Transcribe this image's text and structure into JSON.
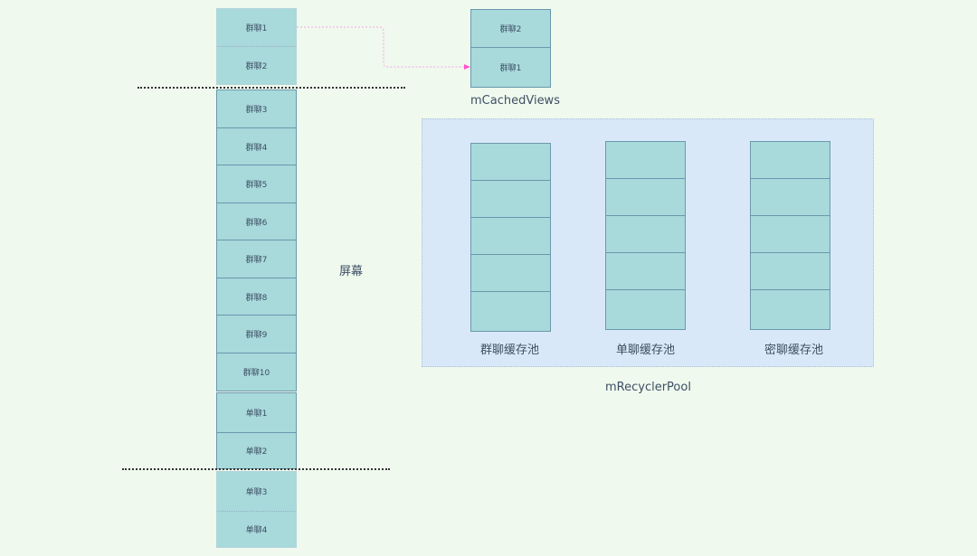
{
  "diagram": {
    "screen_list": {
      "above_screen": [
        "群聊1",
        "群聊2"
      ],
      "on_screen": [
        "群聊3",
        "群聊4",
        "群聊5",
        "群聊6",
        "群聊7",
        "群聊8",
        "群聊9",
        "群聊10",
        "单聊1",
        "单聊2"
      ],
      "below_screen": [
        "单聊3",
        "单聊4"
      ]
    },
    "screen_label": "屏幕",
    "cached_views": {
      "items": [
        "群聊2",
        "群聊1"
      ],
      "label": "mCachedViews"
    },
    "recycler_pool": {
      "label": "mRecyclerPool",
      "pools": [
        {
          "label": "群聊缓存池",
          "slots": 5
        },
        {
          "label": "单聊缓存池",
          "slots": 5
        },
        {
          "label": "密聊缓存池",
          "slots": 5
        }
      ]
    },
    "colors": {
      "background": "#eff9ee",
      "cell_fill": "#a8d9db",
      "cell_border": "#6b98ad",
      "pool_fill": "#d9e8f8",
      "arrow": "#ff66cc"
    }
  }
}
